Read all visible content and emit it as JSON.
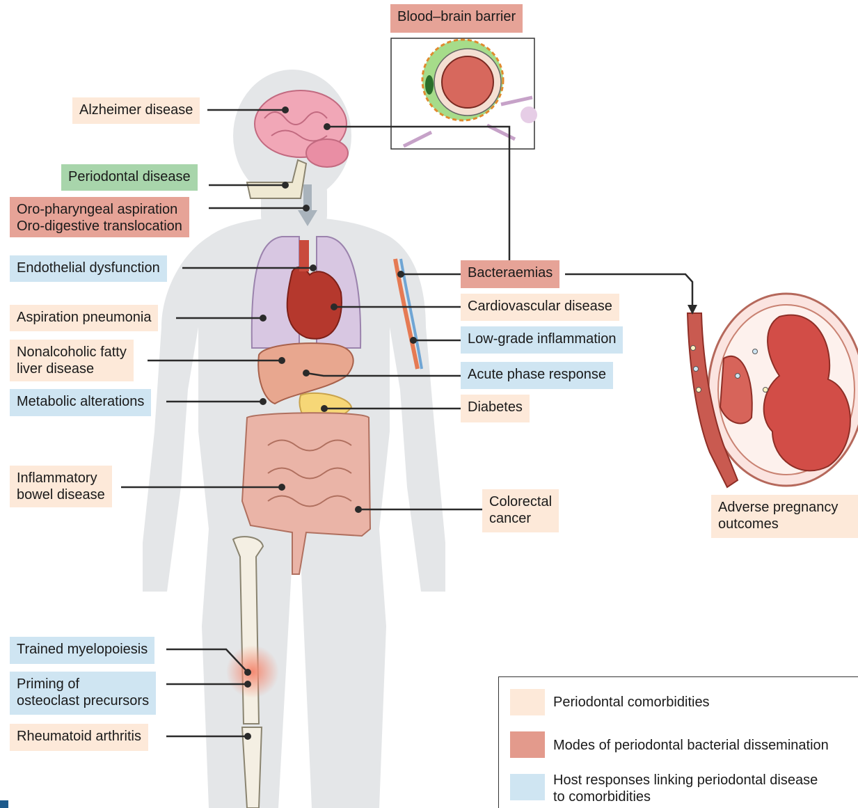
{
  "labels": {
    "bbb": "Blood–brain barrier",
    "alzheimer": "Alzheimer disease",
    "periodontal": "Periodontal disease",
    "oro_1": "Oro-pharyngeal aspiration",
    "oro_2": "Oro-digestive translocation",
    "endothelial": "Endothelial dysfunction",
    "aspiration": "Aspiration pneumonia",
    "nafld_1": "Nonalcoholic fatty",
    "nafld_2": "liver disease",
    "metabolic": "Metabolic alterations",
    "ibd_1": "Inflammatory",
    "ibd_2": "bowel disease",
    "trained": "Trained myelopoiesis",
    "priming_1": "Priming of",
    "priming_2": "osteoclast precursors",
    "ra": "Rheumatoid arthritis",
    "bacteraemias": "Bacteraemias",
    "cvd": "Cardiovascular disease",
    "lowgrade": "Low-grade inflammation",
    "acute": "Acute phase response",
    "diabetes": "Diabetes",
    "crc_1": "Colorectal",
    "crc_2": "cancer",
    "apo_1": "Adverse pregnancy",
    "apo_2": "outcomes"
  },
  "legend": [
    {
      "text": "Periodontal comorbidities",
      "color": "#fde9d9"
    },
    {
      "text": "Modes of periodontal bacterial dissemination",
      "color": "#e39a8c"
    },
    {
      "text_1": "Host responses linking periodontal disease",
      "text_2": "to comorbidities",
      "color": "#cfe5f2"
    }
  ],
  "colors": {
    "comorbidity": "#fde9d9",
    "dissemination": "#e6a397",
    "host_response": "#cfe5f2",
    "periodontal": "#a8d5ab"
  }
}
